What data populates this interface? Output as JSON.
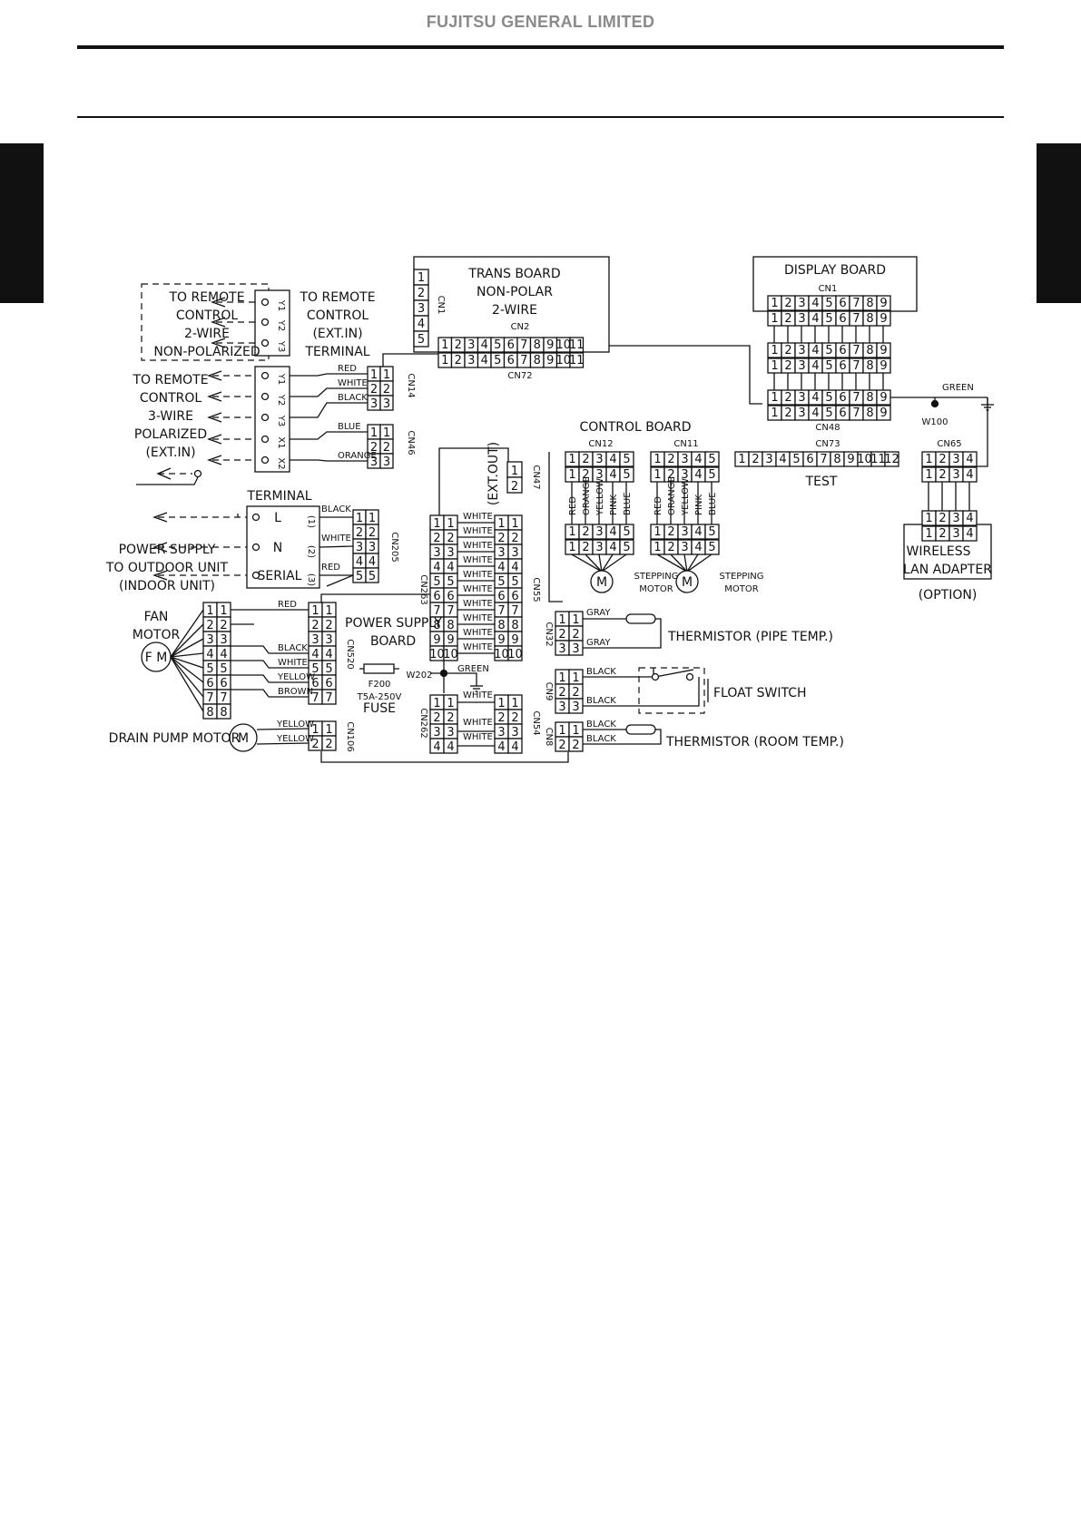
{
  "header": {
    "company": "FUJITSU GENERAL LIMITED"
  },
  "diagram": {
    "labels": {
      "to_remote_2wire": [
        "TO REMOTE",
        "CONTROL",
        "2-WIRE",
        "NON-POLARIZED"
      ],
      "to_remote_ext_in": [
        "TO REMOTE",
        "CONTROL",
        "(EXT.IN)",
        "TERMINAL"
      ],
      "to_remote_3wire": [
        "TO REMOTE",
        "CONTROL",
        "3-WIRE",
        "POLARIZED",
        "(EXT.IN)"
      ],
      "trans_board": [
        "TRANS BOARD",
        "NON-POLAR",
        "2-WIRE"
      ],
      "display_board": "DISPLAY BOARD",
      "control_board": "CONTROL BOARD",
      "terminal": "TERMINAL",
      "power_supply_outdoor": [
        "POWER SUPPLY",
        "TO OUTDOOR UNIT",
        "(INDOOR UNIT)"
      ],
      "fan_motor": [
        "FAN",
        "MOTOR"
      ],
      "fm": "F M",
      "power_supply_board": [
        "POWER SUPPLY",
        "BOARD"
      ],
      "fuse": [
        "F200",
        "T5A-250V",
        "FUSE"
      ],
      "drain_pump_motor": "DRAIN PUMP MOTOR",
      "stepping_motor": [
        "STEPPING",
        "MOTOR"
      ],
      "thermistor_pipe": "THERMISTOR (PIPE TEMP.)",
      "float_switch": "FLOAT SWITCH",
      "thermistor_room": "THERMISTOR (ROOM TEMP.)",
      "wireless": [
        "WIRELESS",
        "LAN ADAPTER",
        "(OPTION)"
      ],
      "test": "TEST",
      "ext_out": "(EXT.OUT)",
      "motor_m": "M",
      "w100": "W100",
      "w202": "W202",
      "serial": "SERIAL"
    },
    "terminal_marks": {
      "y1": "Y1",
      "y2": "Y2",
      "y3": "Y3",
      "x1": "X1",
      "x2": "X2",
      "t1": "(1)",
      "t2": "(2)",
      "t3": "(3)",
      "l": "L",
      "n": "N"
    },
    "connectors": {
      "cn1": "CN1",
      "cn2": "CN2",
      "cn72": "CN72",
      "cn48": "CN48",
      "cn12": "CN12",
      "cn11": "CN11",
      "cn73": "CN73",
      "cn65": "CN65",
      "cn14": "CN14",
      "cn46": "CN46",
      "cn47": "CN47",
      "cn205": "CN205",
      "cn263": "CN263",
      "cn55": "CN55",
      "cn520": "CN520",
      "cn106": "CN106",
      "cn262": "CN262",
      "cn54": "CN54",
      "cn32": "CN32",
      "cn9": "CN9",
      "cn8": "CN8"
    },
    "wires": {
      "red": "RED",
      "white": "WHITE",
      "black": "BLACK",
      "blue": "BLUE",
      "orange": "ORANGE",
      "yellow": "YELLOW",
      "pink": "PINK",
      "brown": "BROWN",
      "gray": "GRAY",
      "green": "GREEN"
    }
  }
}
